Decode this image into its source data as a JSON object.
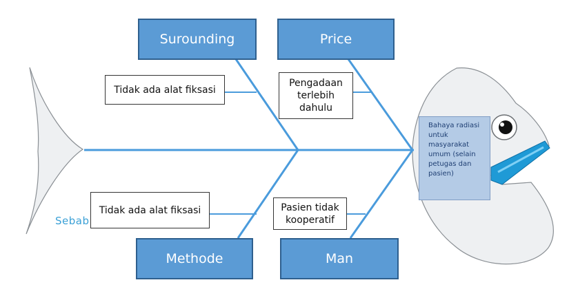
{
  "diagram": {
    "categories": {
      "surrounding": "Surounding",
      "price": "Price",
      "methode": "Methode",
      "man": "Man"
    },
    "causes": {
      "surrounding_1": "Tidak ada alat fiksasi",
      "price_1": "Pengadaan terlebih dahulu",
      "methode_1": "Tidak ada alat fiksasi",
      "man_1": "Pasien tidak kooperatif"
    },
    "effect": "Bahaya radiasi untuk masyarakat umum (selain petugas dan pasien)",
    "tail_label": "Sebab"
  },
  "colors": {
    "category_fill": "#5b9bd5",
    "spine": "#4a9bdc",
    "fish_body": "#eef0f2",
    "effect_fill": "#b4cbe6"
  }
}
